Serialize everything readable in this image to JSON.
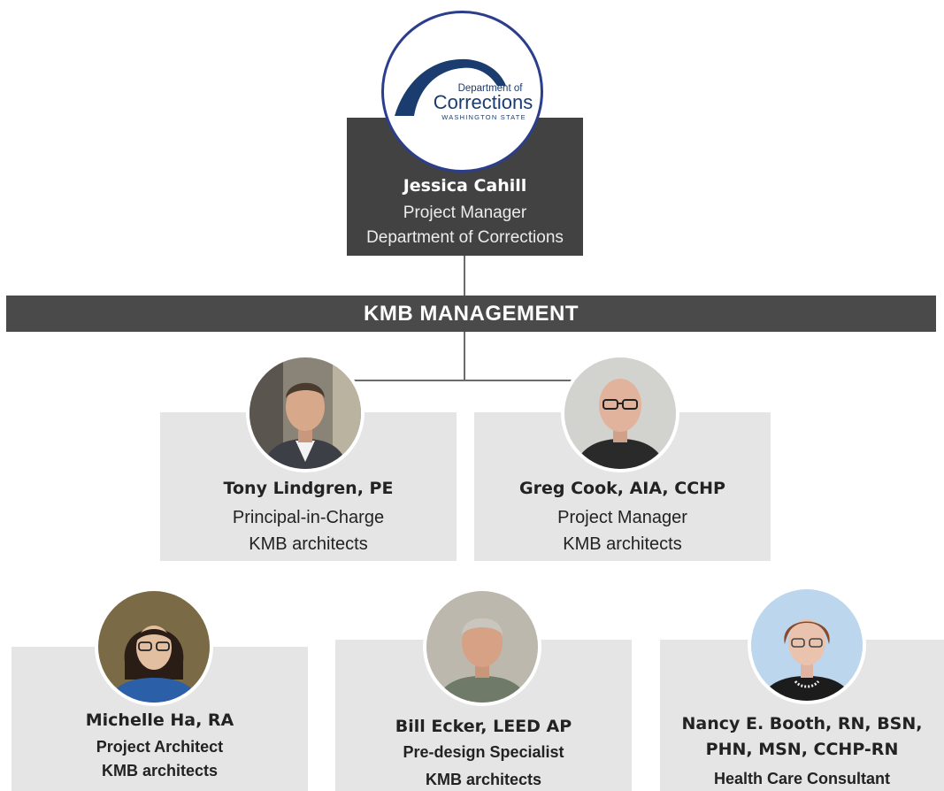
{
  "client": {
    "logo": {
      "line1": "Department of",
      "line2": "Corrections",
      "line3": "WASHINGTON STATE",
      "colors": {
        "arc": "#1b3c6e",
        "ring": "#2a3e8c"
      }
    },
    "name": "Jessica Cahill",
    "role": "Project Manager",
    "org": "Department of Corrections"
  },
  "band": {
    "label": "KMB MANAGEMENT"
  },
  "management": [
    {
      "name": "Tony Lindgren, PE",
      "role": "Principal-in-Charge",
      "org": "KMB architects"
    },
    {
      "name": "Greg Cook, AIA, CCHP",
      "role": "Project Manager",
      "org": "KMB architects"
    }
  ],
  "team": [
    {
      "name": "Michelle Ha, RA",
      "role": "Project Architect",
      "org": "KMB architects"
    },
    {
      "name": "Bill Ecker, LEED AP",
      "role": "Pre-design Specialist",
      "org": "KMB architects"
    },
    {
      "name_line1": "Nancy E. Booth, RN, BSN,",
      "name_line2": "PHN, MSN, CCHP-RN",
      "role": "Health Care Consultant"
    }
  ],
  "colors": {
    "dark_box": "#424242",
    "band": "#4a4a4a",
    "card": "#e5e5e5",
    "connector": "#6b6b6b"
  }
}
